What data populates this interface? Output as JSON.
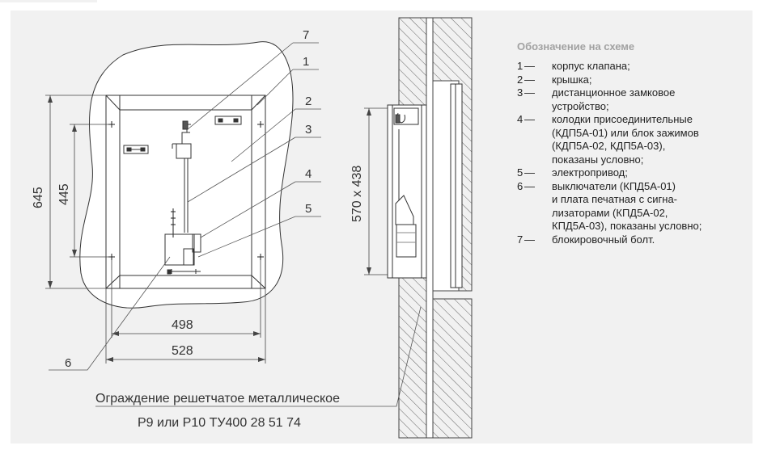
{
  "callouts": [
    "7",
    "1",
    "2",
    "3",
    "4",
    "5",
    "6"
  ],
  "dimensions": {
    "height_outer": "645",
    "height_inner": "445",
    "width_inner": "498",
    "width_outer": "528",
    "side_size": "570 x 438"
  },
  "note": {
    "line1": "Ограждение решетчатое металлическое",
    "line2": "Р9 или Р10 ТУ400 28 51 74"
  },
  "legend": {
    "title": "Обозначение на схеме",
    "dash": "—",
    "items": [
      {
        "num": "1",
        "text": "корпус клапана;"
      },
      {
        "num": "2",
        "text": "крышка;"
      },
      {
        "num": "3",
        "text": "дистанционное замковое\nустройство;"
      },
      {
        "num": "4",
        "text": "колодки присоединительные\n(КДП5А-01) или блок зажимов\n(КДП5А-02, КДП5А-03),\nпоказаны условно;"
      },
      {
        "num": "5",
        "text": "электропривод;"
      },
      {
        "num": "6",
        "text": "выключатели (КПД5А-01)\nи плата печатная с сигна-\nлизаторами (КПД5А-02,\nКПД5А-03), показаны условно;"
      },
      {
        "num": "7",
        "text": "блокировочный болт."
      }
    ]
  }
}
